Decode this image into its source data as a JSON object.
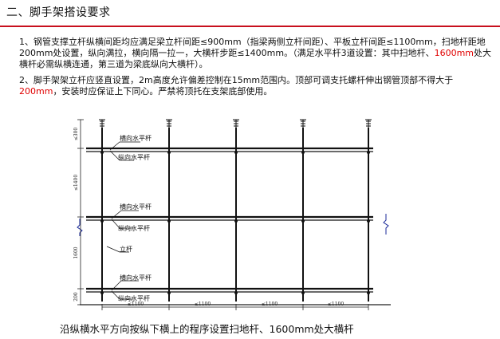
{
  "heading": "二、脚手架搭设要求",
  "rules": {
    "p1_a": "1、钢管支撑立杆纵横间距均应满足梁立杆间距≤900mm（指梁两侧立杆间距）、平板立杆间距≤1100mm，扫地杆距地200mm处设置，纵向满拉，横向隔一拉一，大横杆步距≤1400mm。（满足水平杆3道设置：其中扫地杆、",
    "p1_b": "1600mm",
    "p1_c": "处大横杆必需纵横连通，第三道为梁底纵向大横杆）。",
    "p2_a": "2、脚手架架立杆应竖直设置，2m高度允许偏差控制在15mm范围内。顶部可调支托螺杆伸出钢管顶部不得大于",
    "p2_b": "200mm",
    "p2_c": "，安装时应保证上下同心。严禁将顶托在支架底部使用。"
  },
  "diagram": {
    "labels": {
      "lbl_h_top": "横向水平杆",
      "lbl_l_top": "纵向水平杆",
      "lbl_h_mid": "横向水平杆",
      "lbl_l_mid": "纵向水平杆",
      "lbl_pole": "立杆",
      "lbl_h_bot": "横向水平杆",
      "lbl_l_bot": "纵向水平杆"
    },
    "dims_left": [
      "≤300",
      "≤1400",
      "1600",
      "200"
    ],
    "dims_bottom": [
      "≤1100",
      "≤1100",
      "≤1100",
      "≤1100"
    ]
  },
  "caption": "沿纵横水平方向按纵下横上的程序设置扫地杆、1600mm处大横杆"
}
